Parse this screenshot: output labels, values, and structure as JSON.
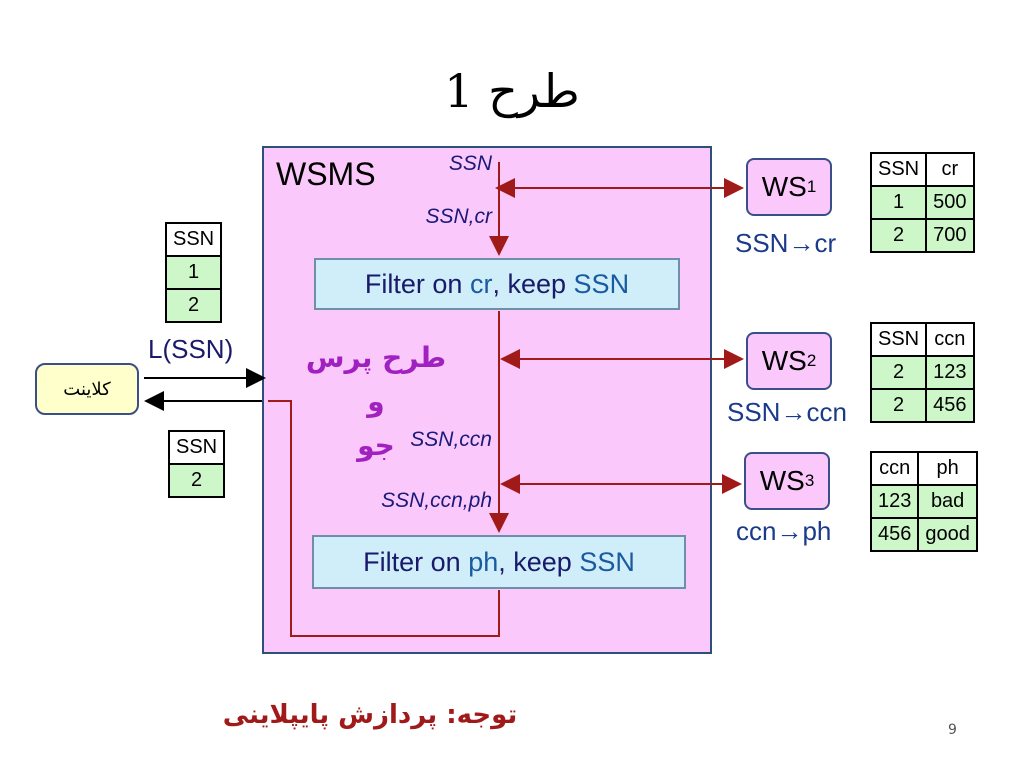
{
  "title": "طرح 1",
  "wsms_label": "WSMS",
  "filters": {
    "f1": {
      "prefix": "Filter on ",
      "field": "cr",
      "mid": ", keep ",
      "keep": "SSN"
    },
    "f2": {
      "prefix": "Filter on ",
      "field": "ph",
      "mid": ", keep ",
      "keep": "SSN"
    }
  },
  "flow_labels": [
    "SSN",
    "SSN,cr",
    "SSN,ccn",
    "SSN,ccn,ph"
  ],
  "middle_note": [
    "طرح پرس و",
    "جو"
  ],
  "services": [
    {
      "name": "WS",
      "sub": "1",
      "mapping": "SSN→cr"
    },
    {
      "name": "WS",
      "sub": "2",
      "mapping": "SSN→ccn"
    },
    {
      "name": "WS",
      "sub": "3",
      "mapping": "ccn→ph"
    }
  ],
  "tables": {
    "ws1": {
      "headers": [
        "SSN",
        "cr"
      ],
      "rows": [
        [
          "1",
          "500"
        ],
        [
          "2",
          "700"
        ]
      ]
    },
    "ws2": {
      "headers": [
        "SSN",
        "ccn"
      ],
      "rows": [
        [
          "2",
          "123"
        ],
        [
          "2",
          "456"
        ]
      ]
    },
    "ws3": {
      "headers": [
        "ccn",
        "ph"
      ],
      "rows": [
        [
          "123",
          "bad"
        ],
        [
          "456",
          "good"
        ]
      ]
    },
    "input": {
      "headers": [
        "SSN"
      ],
      "rows": [
        [
          "1"
        ],
        [
          "2"
        ]
      ]
    },
    "output": {
      "headers": [
        "SSN"
      ],
      "rows": [
        [
          "2"
        ]
      ]
    }
  },
  "client_label": "کلاینت",
  "input_label": "L(SSN)",
  "note": "توجه: پردازش پایپلاینی",
  "page_number": "9",
  "colors": {
    "wsms_bg": "#fbc8fb",
    "filter_bg": "#cfeefa",
    "arrow": "#a01a1a",
    "row_bg": "#cdf7c8",
    "client_bg": "#ffffcc"
  }
}
